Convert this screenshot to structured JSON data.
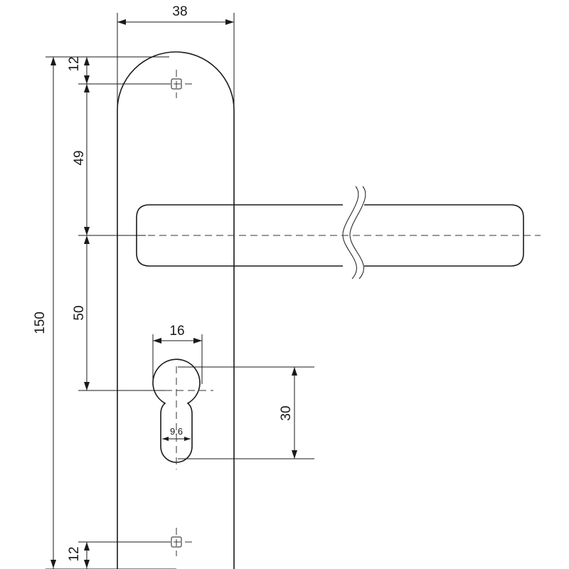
{
  "dimensions": {
    "plate_width": "38",
    "top_screw_offset": "12",
    "screw_to_handle": "49",
    "overall_height": "150",
    "handle_to_cylinder": "50",
    "cylinder_width": "16",
    "cylinder_height": "30",
    "cylinder_slot_width": "9,6",
    "bottom_screw_offset": "12"
  }
}
